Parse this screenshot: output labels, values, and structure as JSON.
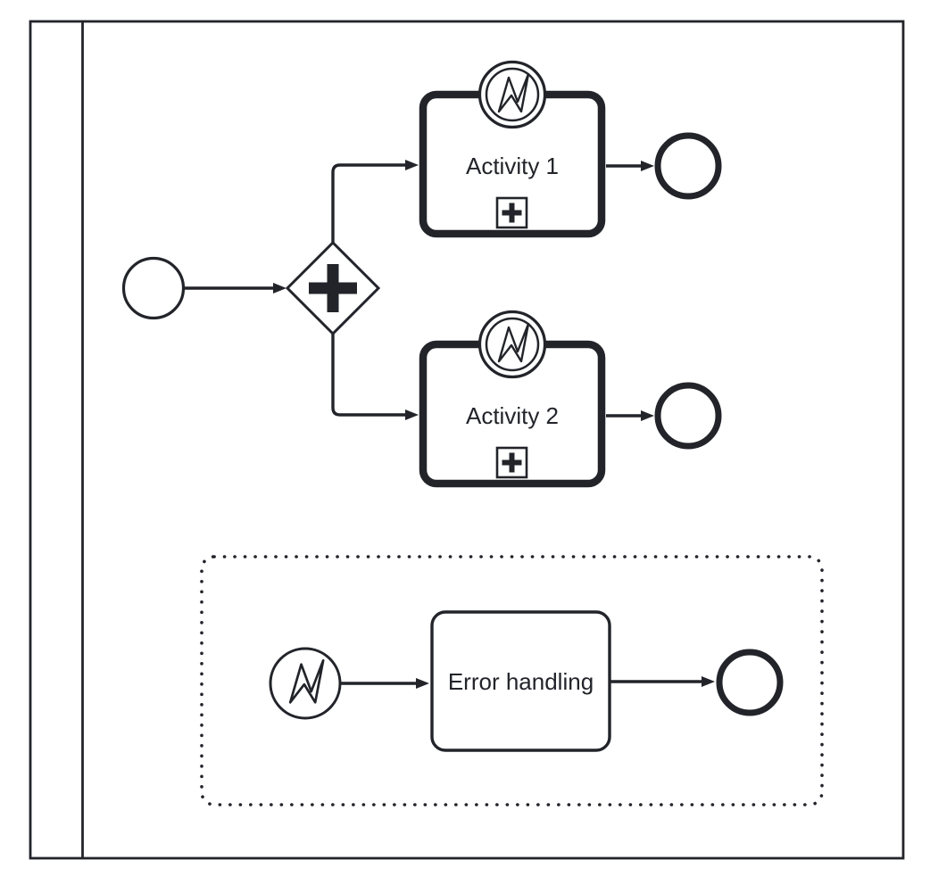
{
  "diagram": {
    "kind": "BPMN process diagram",
    "colors": {
      "stroke": "#22242a",
      "shape_fill": "#ffffff",
      "background": "#ffffff",
      "label_text": "#22242a"
    },
    "labels": {
      "activity1": "Activity 1",
      "activity2": "Activity 2",
      "error_task": "Error handling"
    },
    "nodes": [
      {
        "id": "start",
        "type": "start-event",
        "label": ""
      },
      {
        "id": "gateway",
        "type": "parallel-gateway",
        "label": ""
      },
      {
        "id": "activity1",
        "type": "call-activity",
        "label": "Activity 1",
        "markers": [
          "collapsed-subprocess"
        ],
        "boundary_event": "interrupting-error-boundary-event"
      },
      {
        "id": "end1",
        "type": "end-event",
        "label": ""
      },
      {
        "id": "activity2",
        "type": "call-activity",
        "label": "Activity 2",
        "markers": [
          "collapsed-subprocess"
        ],
        "boundary_event": "interrupting-error-boundary-event"
      },
      {
        "id": "end2",
        "type": "end-event",
        "label": ""
      },
      {
        "id": "event_subprocess",
        "type": "event-subprocess",
        "label": "",
        "border": "dotted"
      },
      {
        "id": "error_start",
        "type": "error-start-event",
        "label": ""
      },
      {
        "id": "error_task",
        "type": "task",
        "label": "Error handling"
      },
      {
        "id": "end3",
        "type": "end-event",
        "label": ""
      }
    ],
    "flows": [
      {
        "from": "start",
        "to": "gateway"
      },
      {
        "from": "gateway",
        "to": "activity1"
      },
      {
        "from": "gateway",
        "to": "activity2"
      },
      {
        "from": "activity1",
        "to": "end1"
      },
      {
        "from": "activity2",
        "to": "end2"
      },
      {
        "from": "error_start",
        "to": "error_task"
      },
      {
        "from": "error_task",
        "to": "end3"
      }
    ]
  }
}
